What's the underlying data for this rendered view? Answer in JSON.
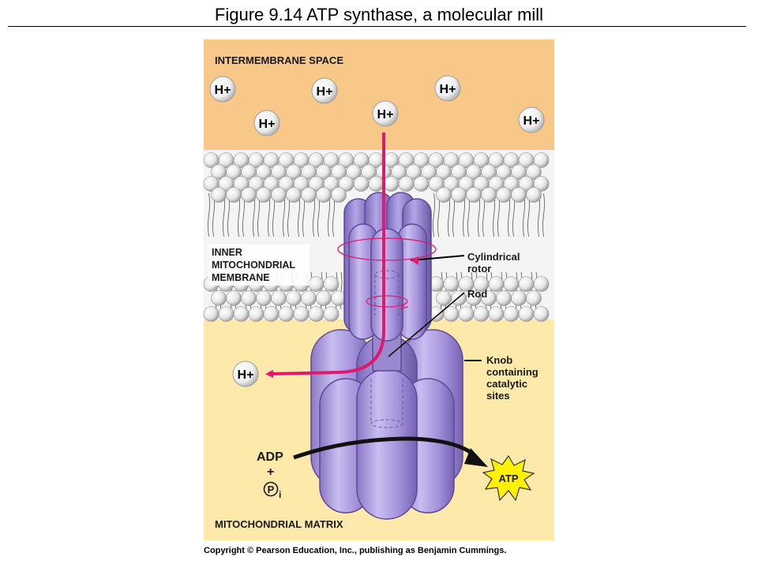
{
  "title": "Figure 9.14  ATP synthase, a molecular mill",
  "labels": {
    "intermembrane_space": "INTERMEMBRANE SPACE",
    "inner_membrane": [
      "INNER",
      "MITOCHONDRIAL",
      "MEMBRANE"
    ],
    "matrix": "MITOCHONDRIAL MATRIX",
    "cylindrical_rotor": [
      "Cylindrical",
      "rotor"
    ],
    "rod": "Rod",
    "knob": [
      "Knob",
      "containing",
      "catalytic",
      "sites"
    ],
    "adp": "ADP",
    "plus": "+",
    "pi_letter": "P",
    "pi_sub": "i",
    "atp": "ATP",
    "proton": "H+"
  },
  "copyright": "Copyright © Pearson Education, Inc., publishing as Benjamin Cummings.",
  "colors": {
    "intermembrane": "#f8c889",
    "matrix": "#fde9a9",
    "protein": "#a594d6",
    "proton_path": "#e0196e",
    "atp_burst": "#fff200"
  }
}
